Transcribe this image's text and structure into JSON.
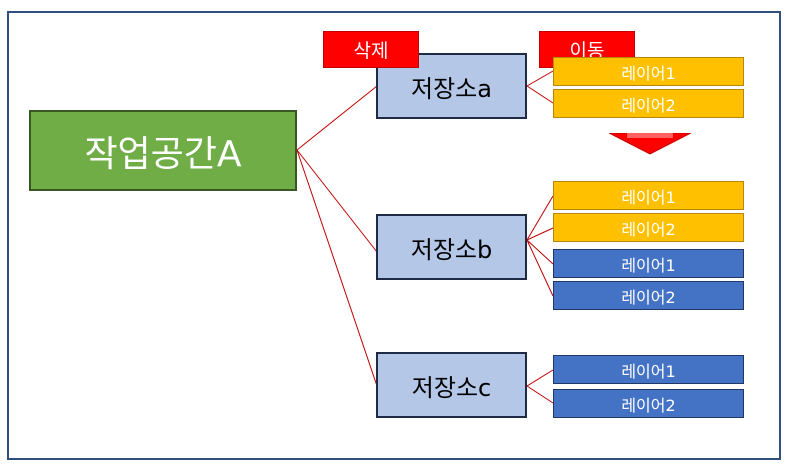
{
  "colors": {
    "workspace": "#70ad47",
    "storage": "#b4c7e7",
    "layer_yellow": "#ffc000",
    "layer_blue": "#4472c4",
    "tag_red": "#ff0000",
    "connector": "#c00000"
  },
  "workspace": {
    "label": "작업공간A"
  },
  "storages": [
    {
      "label": "저장소a"
    },
    {
      "label": "저장소b"
    },
    {
      "label": "저장소c"
    }
  ],
  "layers": {
    "a": [
      {
        "label": "레이어1",
        "color": "yellow"
      },
      {
        "label": "레이어2",
        "color": "yellow"
      }
    ],
    "b": [
      {
        "label": "레이어1",
        "color": "yellow"
      },
      {
        "label": "레이어2",
        "color": "yellow"
      },
      {
        "label": "레이어1",
        "color": "blue"
      },
      {
        "label": "레이어2",
        "color": "blue"
      }
    ],
    "c": [
      {
        "label": "레이어1",
        "color": "blue"
      },
      {
        "label": "레이어2",
        "color": "blue"
      }
    ]
  },
  "tags": {
    "delete": "삭제",
    "move": "이동"
  },
  "icons": {
    "move_arrow": "down-arrow-icon"
  }
}
